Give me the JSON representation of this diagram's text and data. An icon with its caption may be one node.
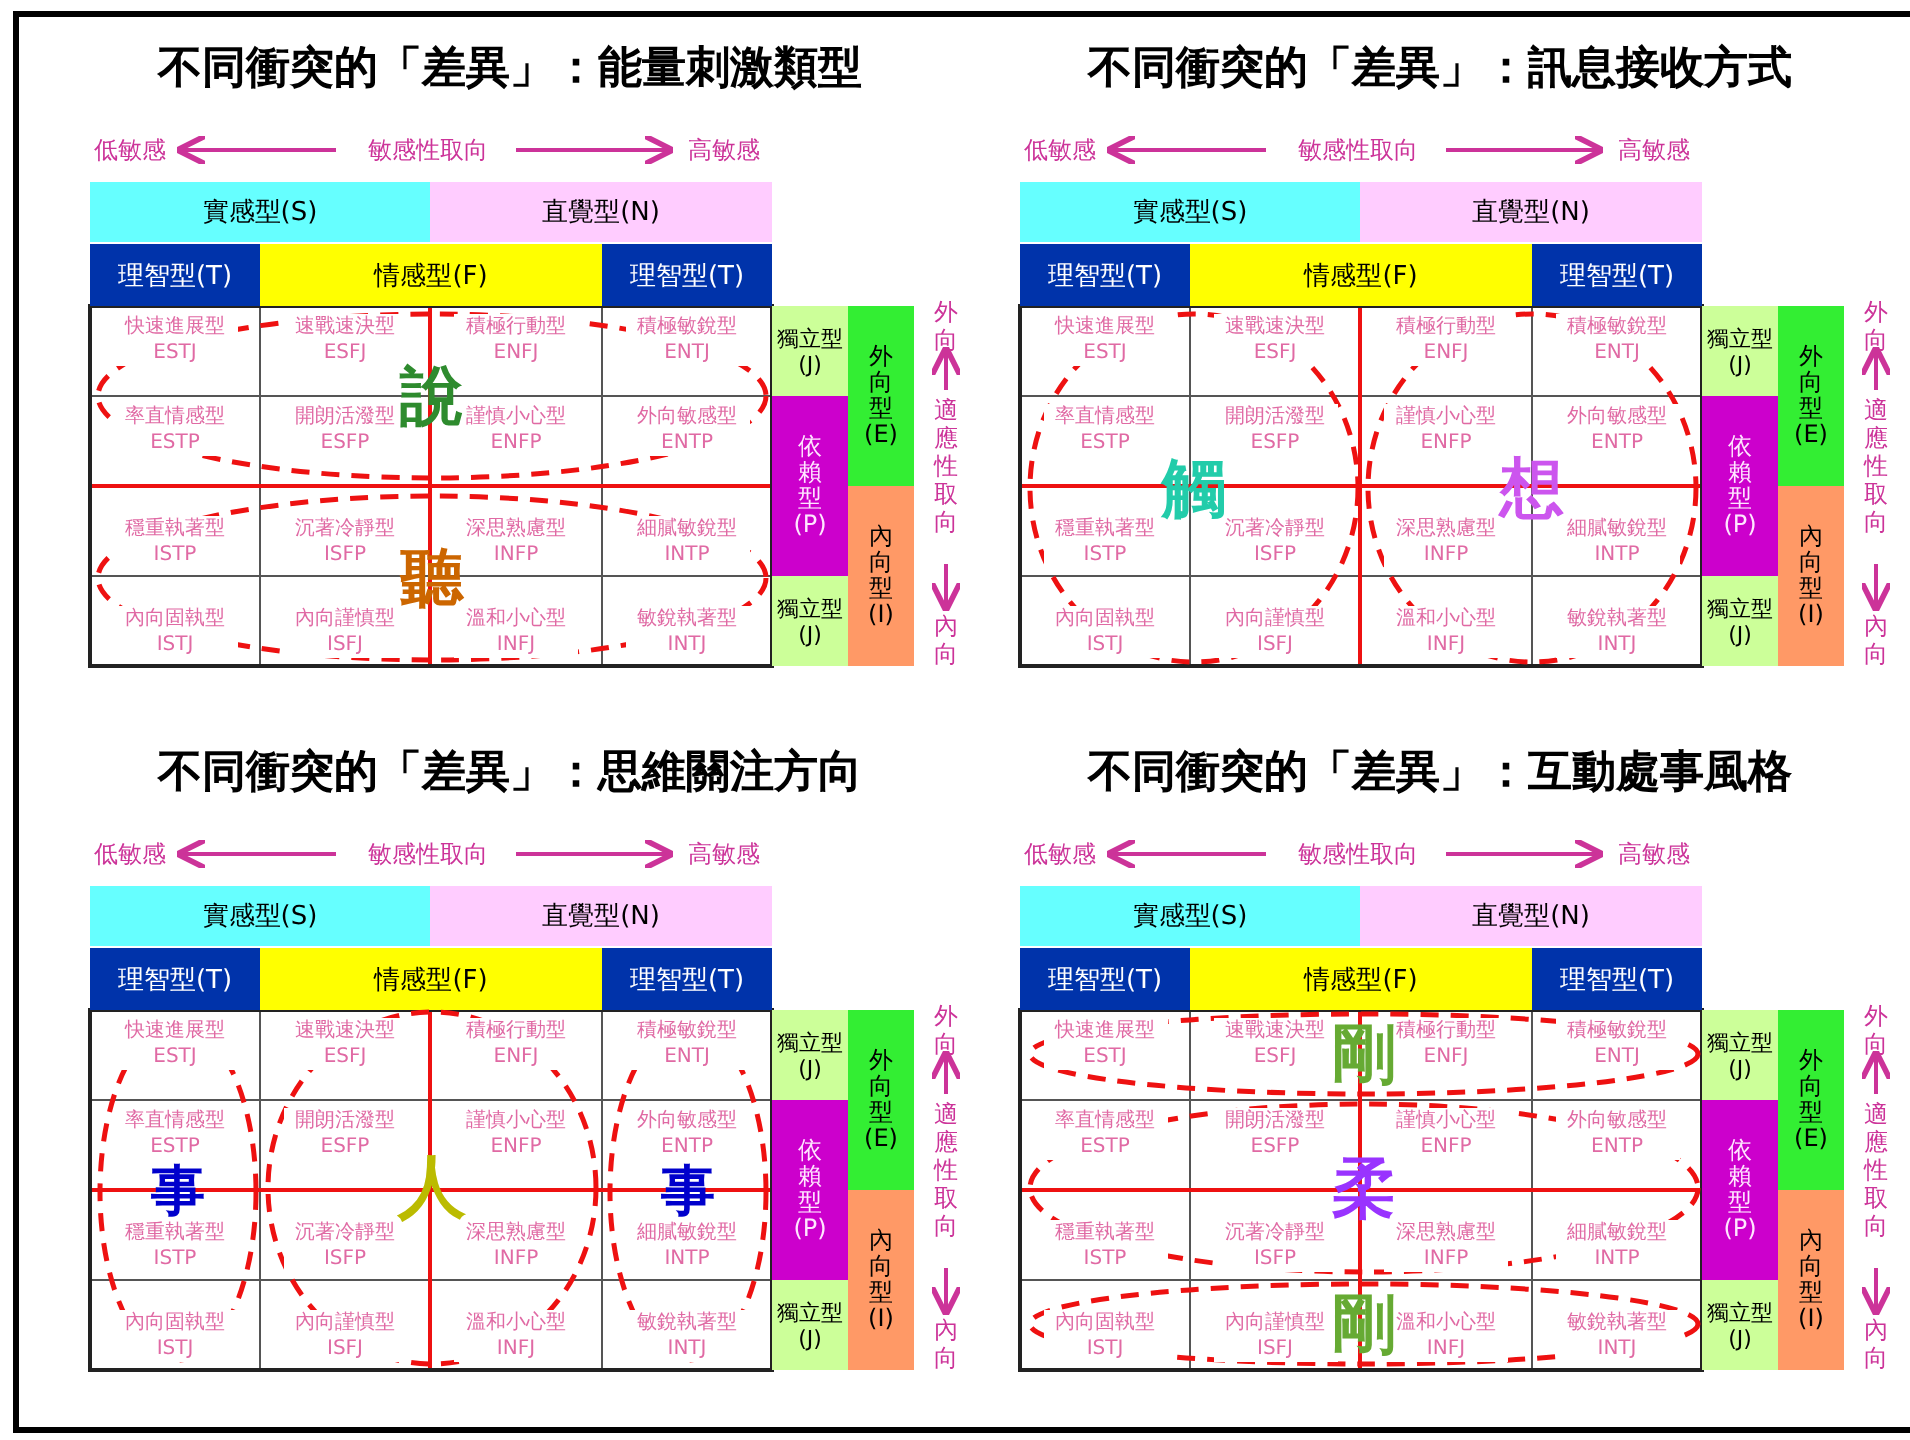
{
  "diagram": {
    "nodes": [
      {
        "text": [
          "實感型(S)"
        ]
      },
      {
        "text": [
          "直覺型(N)"
        ]
      },
      {
        "text": [
          "理智型(T)"
        ]
      },
      {
        "text": [
          "情感型(F)"
        ]
      },
      {
        "text": [
          "理智型(T)"
        ]
      },
      {
        "text": [
          "獨立型(J)"
        ]
      },
      {
        "text": [
          "依賴型(P)"
        ]
      },
      {
        "text": [
          "獨立型(J)"
        ]
      },
      {
        "text": [
          "外向型(E)"
        ]
      },
      {
        "text": [
          "內向型(I)"
        ]
      },
      {
        "text": [
          "說"
        ]
      },
      {
        "text": [
          "聽"
        ]
      },
      {
        "text": [
          "實感型(S)"
        ]
      },
      {
        "text": [
          "直覺型(N)"
        ]
      },
      {
        "text": [
          "理智型(T)"
        ]
      },
      {
        "text": [
          "情感型(F)"
        ]
      },
      {
        "text": [
          "理智型(T)"
        ]
      },
      {
        "text": [
          "獨立型(J)"
        ]
      },
      {
        "text": [
          "依賴型(P)"
        ]
      },
      {
        "text": [
          "獨立型(J)"
        ]
      },
      {
        "text": [
          "外向型(E)"
        ]
      },
      {
        "text": [
          "內向型(I)"
        ]
      },
      {
        "text": [
          "觸"
        ]
      },
      {
        "text": [
          "想"
        ]
      },
      {
        "text": [
          "實感型(S)"
        ]
      },
      {
        "text": [
          "直覺型(N)"
        ]
      },
      {
        "text": [
          "理智型(T)"
        ]
      },
      {
        "text": [
          "情感型(F)"
        ]
      },
      {
        "text": [
          "理智型(T)"
        ]
      },
      {
        "text": [
          "獨立型(J)"
        ]
      },
      {
        "text": [
          "依賴型(P)"
        ]
      },
      {
        "text": [
          "獨立型(J)"
        ]
      },
      {
        "text": [
          "外向型(E)"
        ]
      },
      {
        "text": [
          "內向型(I)"
        ]
      },
      {
        "text": [
          "事"
        ]
      },
      {
        "text": [
          "人"
        ]
      },
      {
        "text": [
          "事"
        ]
      },
      {
        "text": [
          "實感型(S)"
        ]
      },
      {
        "text": [
          "直覺型(N)"
        ]
      },
      {
        "text": [
          "理智型(T)"
        ]
      },
      {
        "text": [
          "情感型(F)"
        ]
      },
      {
        "text": [
          "理智型(T)"
        ]
      },
      {
        "text": [
          "獨立型(J)"
        ]
      },
      {
        "text": [
          "依賴型(P)"
        ]
      },
      {
        "text": [
          "獨立型(J)"
        ]
      },
      {
        "text": [
          "外向型(E)"
        ]
      },
      {
        "text": [
          "內向型(I)"
        ]
      },
      {
        "text": [
          "剛"
        ]
      },
      {
        "text": [
          "柔"
        ]
      },
      {
        "text": [
          "剛"
        ]
      }
    ],
    "labels": [
      "不同衝突的「差異」：能量刺激類型",
      "低敏感",
      "敏感性取向",
      "高敏感",
      "快速進展型 ESTJ",
      "速戰速決型 ESFJ",
      "積極行動型 ENFJ",
      "積極敏銳型 ENTJ",
      "率直情感型 ESTP",
      "開朗活潑型 ESFP",
      "謹慎小心型 ENFP",
      "外向敏感型 ENTP",
      "穩重執著型 ISTP",
      "沉著冷靜型 ISFP",
      "深思熟慮型 INFP",
      "細膩敏銳型 INTP",
      "內向固執型 ISTJ",
      "內向謹慎型 ISFJ",
      "溫和小心型 INFJ",
      "敏銳執著型 INTJ",
      "外向",
      "適應性取向",
      "內向",
      "不同衝突的「差異」：訊息接收方式",
      "低敏感",
      "敏感性取向",
      "高敏感",
      "快速進展型 ESTJ",
      "速戰速決型 ESFJ",
      "積極行動型 ENFJ",
      "積極敏銳型 ENTJ",
      "率直情感型 ESTP",
      "開朗活潑型 ESFP",
      "謹慎小心型 ENFP",
      "外向敏感型 ENTP",
      "穩重執著型 ISTP",
      "沉著冷靜型 ISFP",
      "深思熟慮型 INFP",
      "細膩敏銳型 INTP",
      "內向固執型 ISTJ",
      "內向謹慎型 ISFJ",
      "溫和小心型 INFJ",
      "敏銳執著型 INTJ",
      "外向",
      "適應性取向",
      "內向",
      "不同衝突的「差異」：思維關注方向",
      "低敏感",
      "敏感性取向",
      "高敏感",
      "快速進展型 ESTJ",
      "速戰速決型 ESFJ",
      "積極行動型 ENFJ",
      "積極敏銳型 ENTJ",
      "率直情感型 ESTP",
      "開朗活潑型 ESFP",
      "謹慎小心型 ENFP",
      "外向敏感型 ENTP",
      "穩重執著型 ISTP",
      "沉著冷靜型 ISFP",
      "深思熟慮型 INFP",
      "細膩敏銳型 INTP",
      "內向固執型 ISTJ",
      "內向謹慎型 ISFJ",
      "溫和小心型 INFJ",
      "敏銳執著型 INTJ",
      "外向",
      "適應性取向",
      "內向",
      "不同衝突的「差異」：互動處事風格",
      "低敏感",
      "敏感性取向",
      "高敏感",
      "快速進展型 ESTJ",
      "速戰速決型 ESFJ",
      "積極行動型 ENFJ",
      "積極敏銳型 ENTJ",
      "率直情感型 ESTP",
      "開朗活潑型 ESFP",
      "謹慎小心型 ENFP",
      "外向敏感型 ENTP",
      "穩重執著型 ISTP",
      "沉著冷靜型 ISFP",
      "深思熟慮型 INFP",
      "細膩敏銳型 INTP",
      "內向固執型 ISTJ",
      "內向謹慎型 ISFJ",
      "溫和小心型 INFJ",
      "敏銳執著型 INTJ",
      "外向",
      "適應性取向",
      "內向"
    ]
  }
}
